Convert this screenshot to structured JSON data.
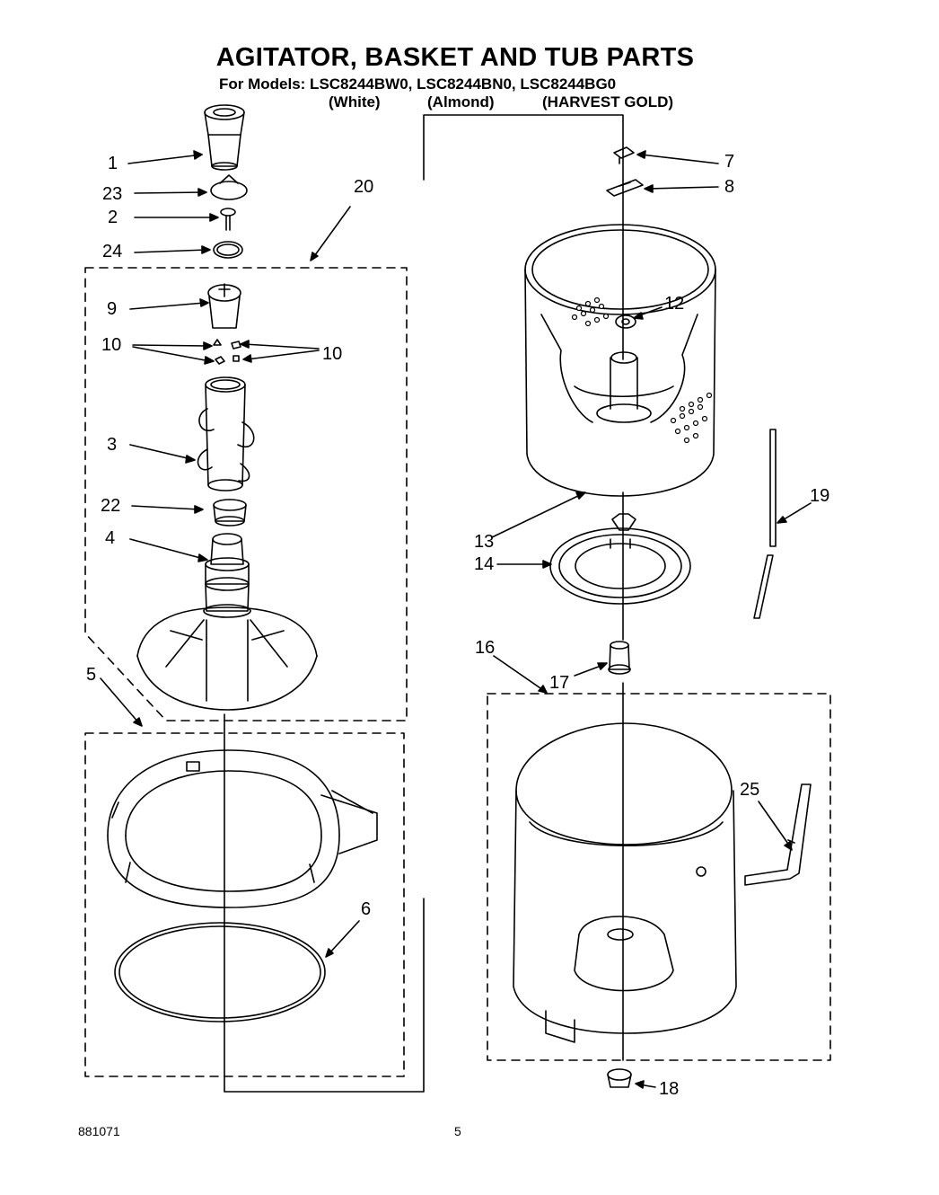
{
  "header": {
    "title": "AGITATOR, BASKET AND TUB PARTS",
    "models_line": "For Models: LSC8244BW0, LSC8244BN0, LSC8244BG0",
    "colors": [
      "(White)",
      "(Almond)",
      "(HARVEST GOLD)"
    ]
  },
  "callouts": [
    "1",
    "23",
    "2",
    "24",
    "20",
    "9",
    "10",
    "10",
    "3",
    "22",
    "4",
    "5",
    "6",
    "7",
    "8",
    "12",
    "13",
    "14",
    "19",
    "16",
    "17",
    "25",
    "18"
  ],
  "footer": {
    "doc_number": "881071",
    "page_number": "5"
  }
}
